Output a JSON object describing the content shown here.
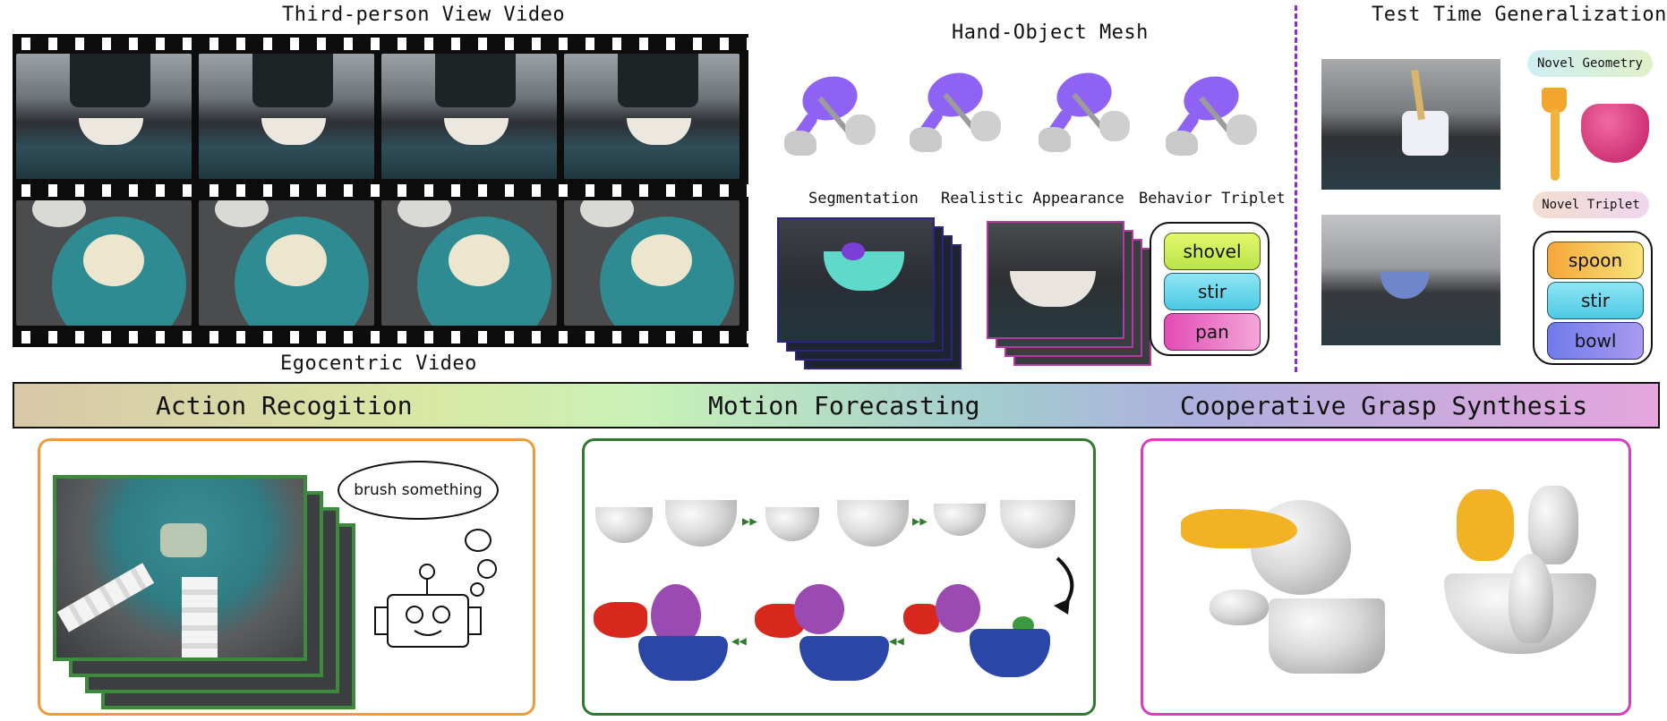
{
  "titles": {
    "third_person": "Third-person View Video",
    "egocentric": "Egocentric Video",
    "mesh": "Hand-Object Mesh",
    "test_time": "Test Time Generalization",
    "segmentation": "Segmentation",
    "realistic": "Realistic Appearance",
    "behavior": "Behavior Triplet",
    "novel_geometry": "Novel Geometry",
    "novel_triplet": "Novel Triplet"
  },
  "behavior_triplet": [
    "shovel",
    "stir",
    "pan"
  ],
  "novel_triplet": [
    "spoon",
    "stir",
    "bowl"
  ],
  "tasks": [
    "Action Recogition",
    "Motion Forecasting",
    "Cooperative Grasp Synthesis"
  ],
  "speech": "brush something",
  "colors": {
    "action_border": "#ec9c3c",
    "motion_border": "#2f7a2f",
    "grasp_border": "#d83cc0",
    "divider": "#8a2fc9",
    "mesh_purple": "#8e62f3"
  }
}
